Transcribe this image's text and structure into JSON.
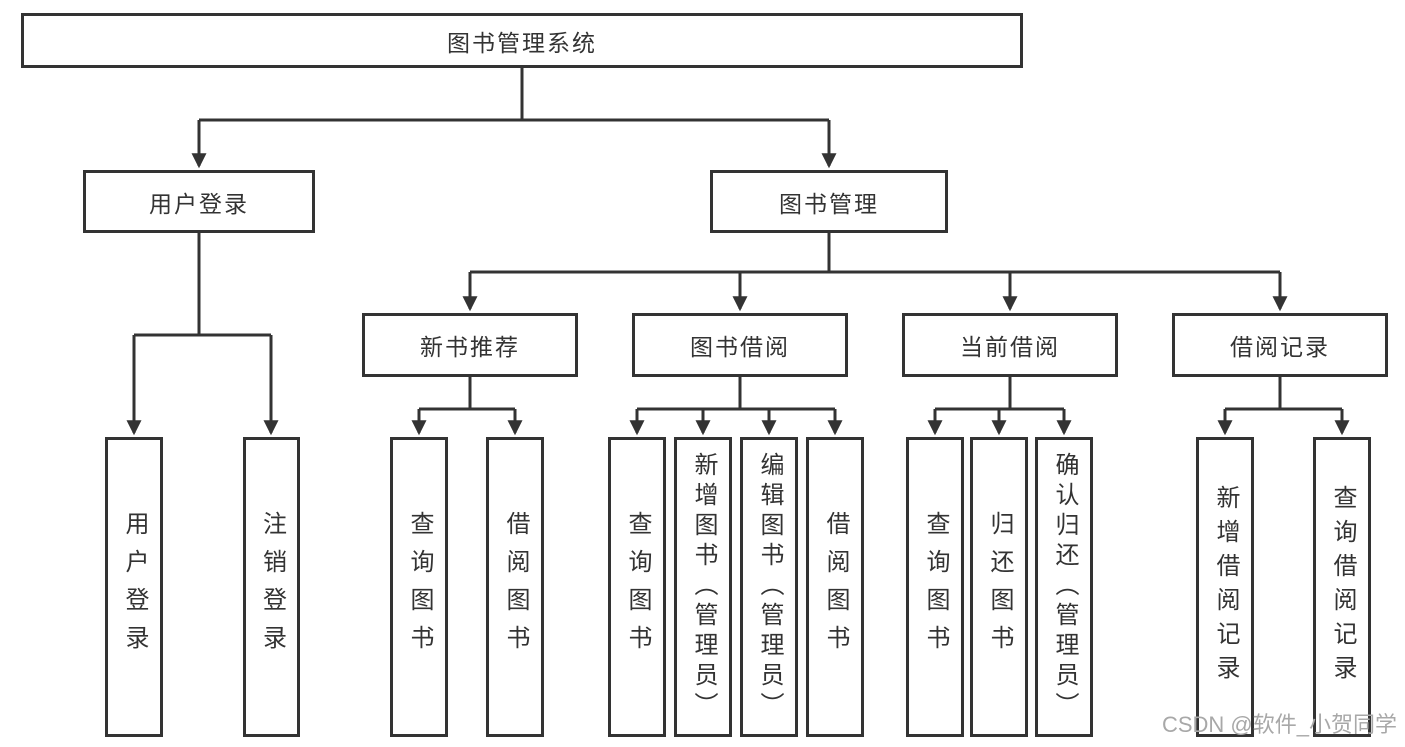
{
  "diagram": {
    "root": {
      "label": "图书管理系统"
    },
    "level2": [
      {
        "label": "用户登录"
      },
      {
        "label": "图书管理"
      }
    ],
    "level3": [
      {
        "label": "新书推荐"
      },
      {
        "label": "图书借阅"
      },
      {
        "label": "当前借阅"
      },
      {
        "label": "借阅记录"
      }
    ],
    "leaves": {
      "user_login": [
        "用户登录",
        "注销登录"
      ],
      "new_book": [
        "查询图书",
        "借阅图书"
      ],
      "book_borrow": [
        "查询图书",
        "新增图书（管理员）",
        "编辑图书（管理员）",
        "借阅图书"
      ],
      "current_borrow": [
        "查询图书",
        "归还图书",
        "确认归还（管理员）"
      ],
      "borrow_records": [
        "新增借阅记录",
        "查询借阅记录"
      ]
    }
  },
  "watermark": {
    "text": "CSDN @软件_小贺同学"
  },
  "colors": {
    "line": "#333333",
    "text": "#333333",
    "watermark": "#a8a8a8",
    "background": "#ffffff"
  }
}
